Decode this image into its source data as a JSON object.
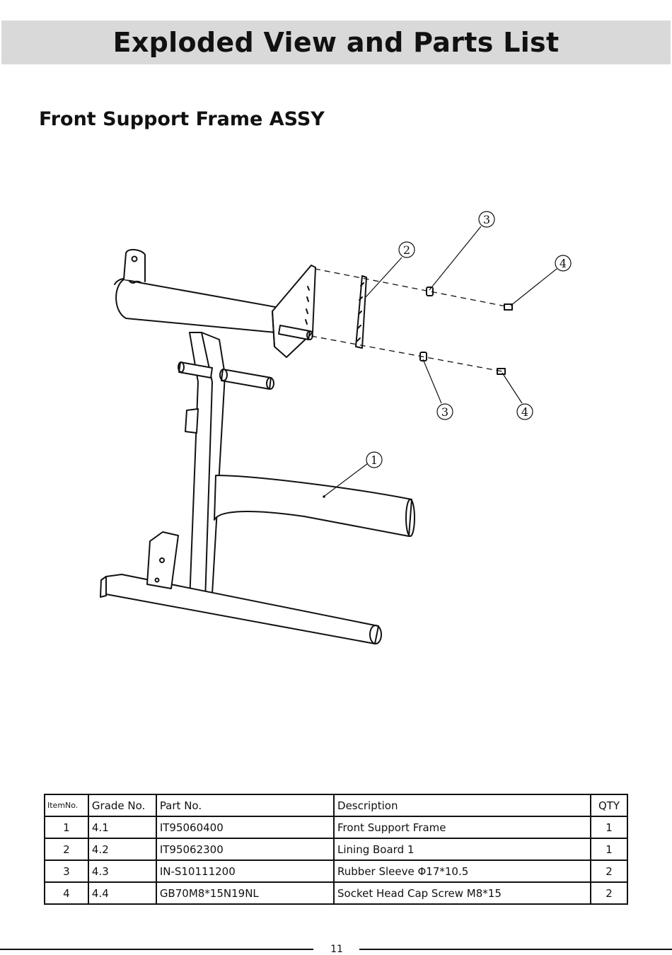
{
  "header": {
    "title": "Exploded View and Parts List"
  },
  "section": {
    "title": "Front Support Frame ASSY"
  },
  "diagram": {
    "callouts": {
      "c1": "1",
      "c2": "2",
      "c3a": "3",
      "c3b": "3",
      "c4a": "4",
      "c4b": "4"
    }
  },
  "table": {
    "headers": {
      "item": "ItemNo.",
      "grade": "Grade No.",
      "part": "Part No.",
      "desc": "Description",
      "qty": "QTY"
    },
    "rows": [
      {
        "item": "1",
        "grade": "4.1",
        "part": "IT95060400",
        "desc": "Front Support Frame",
        "qty": "1"
      },
      {
        "item": "2",
        "grade": "4.2",
        "part": "IT95062300",
        "desc": "Lining Board 1",
        "qty": "1"
      },
      {
        "item": "3",
        "grade": "4.3",
        "part": "IN-S10111200",
        "desc": "Rubber Sleeve  Φ17*10.5",
        "qty": "2"
      },
      {
        "item": "4",
        "grade": "4.4",
        "part": "GB70M8*15N19NL",
        "desc": "Socket Head Cap Screw M8*15",
        "qty": "2"
      }
    ]
  },
  "footer": {
    "page_number": "11"
  }
}
